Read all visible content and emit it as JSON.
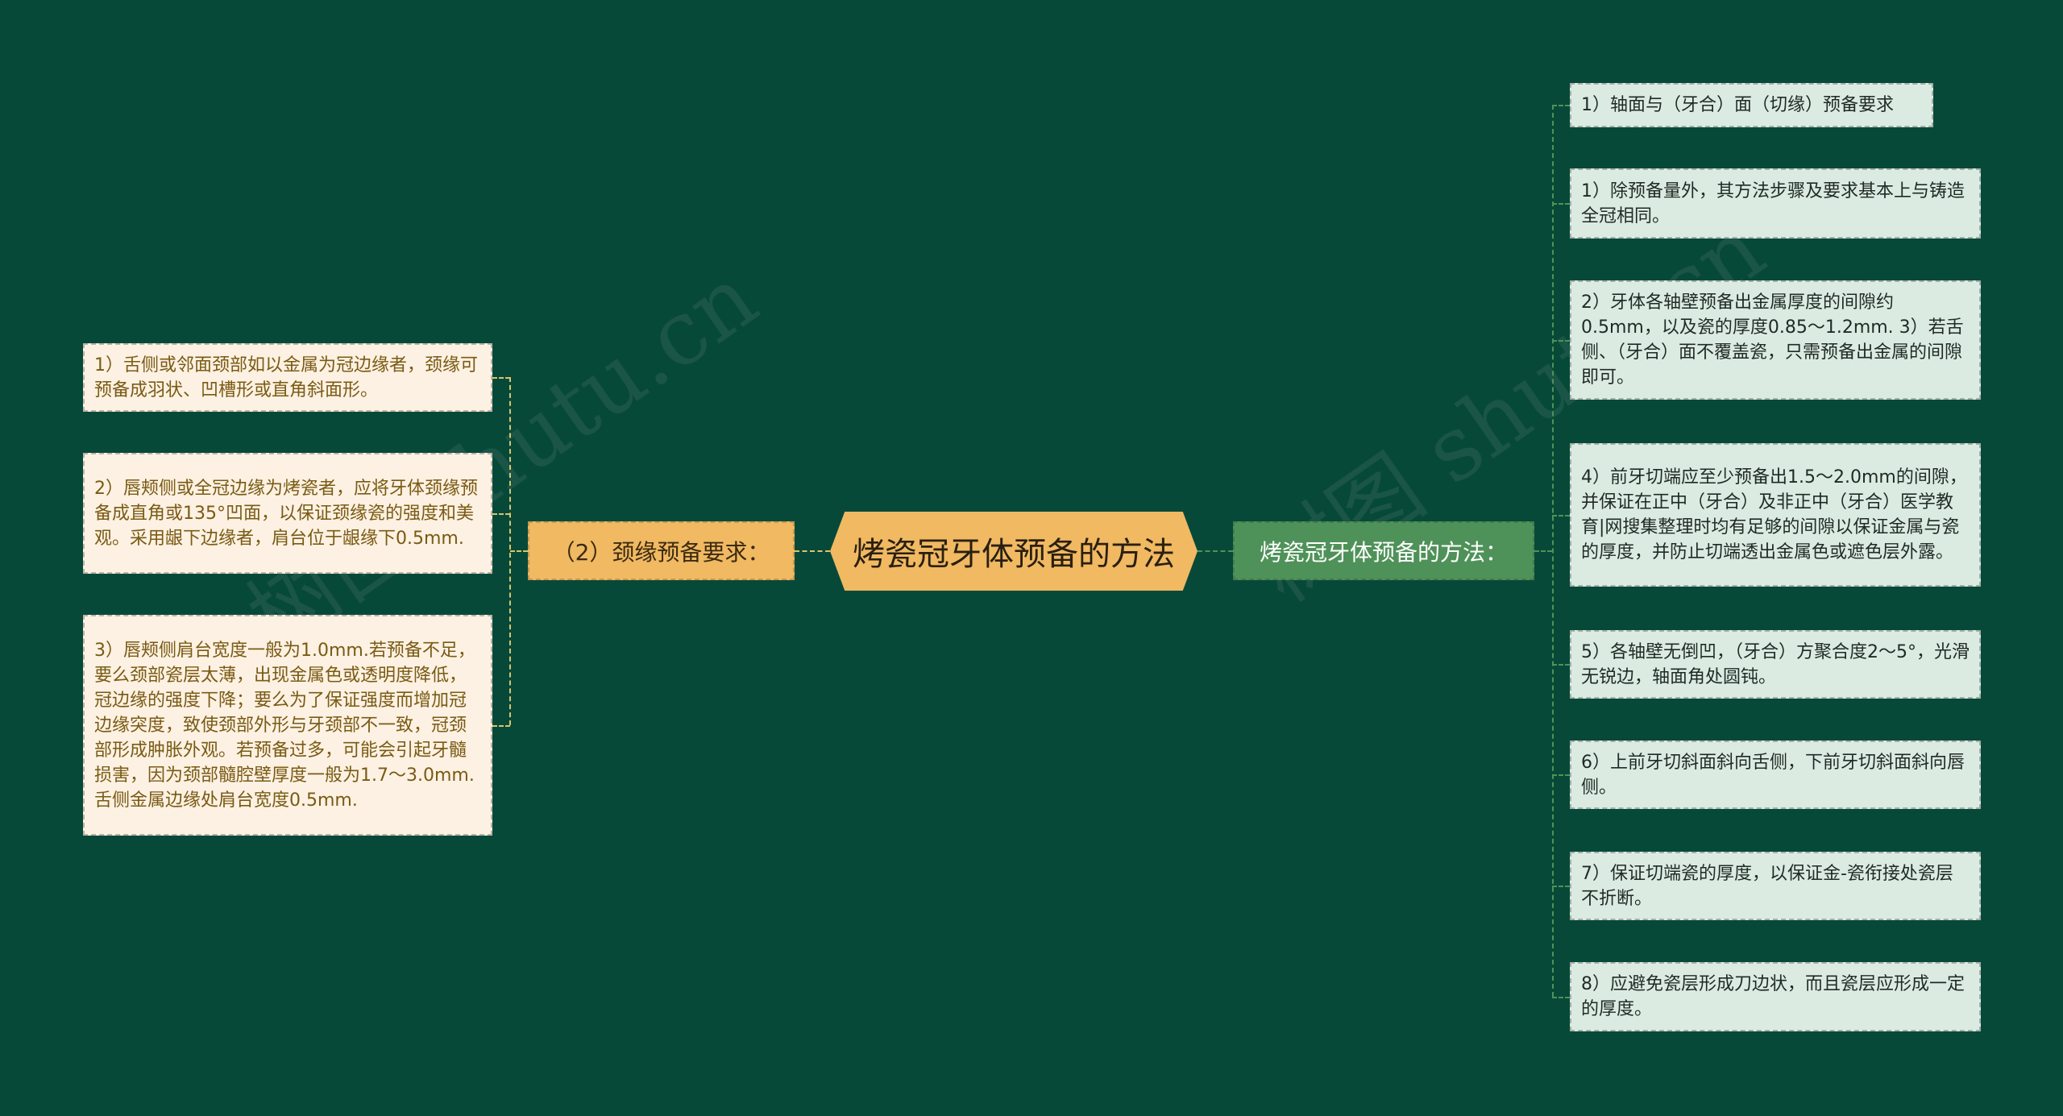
{
  "root": {
    "label": "烤瓷冠牙体预备的方法"
  },
  "left_branch": {
    "label": "（2）颈缘预备要求：",
    "items": [
      "1）舌侧或邻面颈部如以金属为冠边缘者，颈缘可预备成羽状、凹槽形或直角斜面形。",
      "2）唇颊侧或全冠边缘为烤瓷者，应将牙体颈缘预备成直角或135°凹面，以保证颈缘瓷的强度和美观。采用龈下边缘者，肩台位于龈缘下0.5mm.",
      "3）唇颊侧肩台宽度一般为1.0mm.若预备不足，要么颈部瓷层太薄，出现金属色或透明度降低，冠边缘的强度下降；要么为了保证强度而增加冠边缘突度，致使颈部外形与牙颈部不一致，冠颈部形成肿胀外观。若预备过多，可能会引起牙髓损害，因为颈部髓腔壁厚度一般为1.7～3.0mm.舌侧金属边缘处肩台宽度0.5mm."
    ]
  },
  "right_branch": {
    "label": "烤瓷冠牙体预备的方法：",
    "items": [
      "1）轴面与（牙合）面（切缘）预备要求",
      "1）除预备量外，其方法步骤及要求基本上与铸造全冠相同。",
      "2）牙体各轴壁预备出金属厚度的间隙约0.5mm，以及瓷的厚度0.85～1.2mm. 3）若舌侧、（牙合）面不覆盖瓷，只需预备出金属的间隙即可。",
      "4）前牙切端应至少预备出1.5～2.0mm的间隙，并保证在正中（牙合）及非正中（牙合）医学教育|网搜集整理时均有足够的间隙以保证金属与瓷的厚度，并防止切端透出金属色或遮色层外露。",
      "5）各轴壁无倒凹，（牙合）方聚合度2～5°，光滑无锐边，轴面角处圆钝。",
      "6）上前牙切斜面斜向舌侧，下前牙切斜面斜向唇侧。",
      "7）保证切端瓷的厚度，以保证金-瓷衔接处瓷层不折断。",
      "8）应避免瓷层形成刀边状，而且瓷层应形成一定的厚度。"
    ]
  },
  "watermark": {
    "text": "树图 shutu.cn"
  },
  "colors": {
    "background": "#074939",
    "root_fill": "#f0b962",
    "left_leaf_fill": "#fcf1e2",
    "left_leaf_text": "#7a5a14",
    "right_node_fill": "#4f9259",
    "right_leaf_fill": "#dcebe2",
    "left_connector": "#d8c56a",
    "right_connector": "#4f9259"
  }
}
